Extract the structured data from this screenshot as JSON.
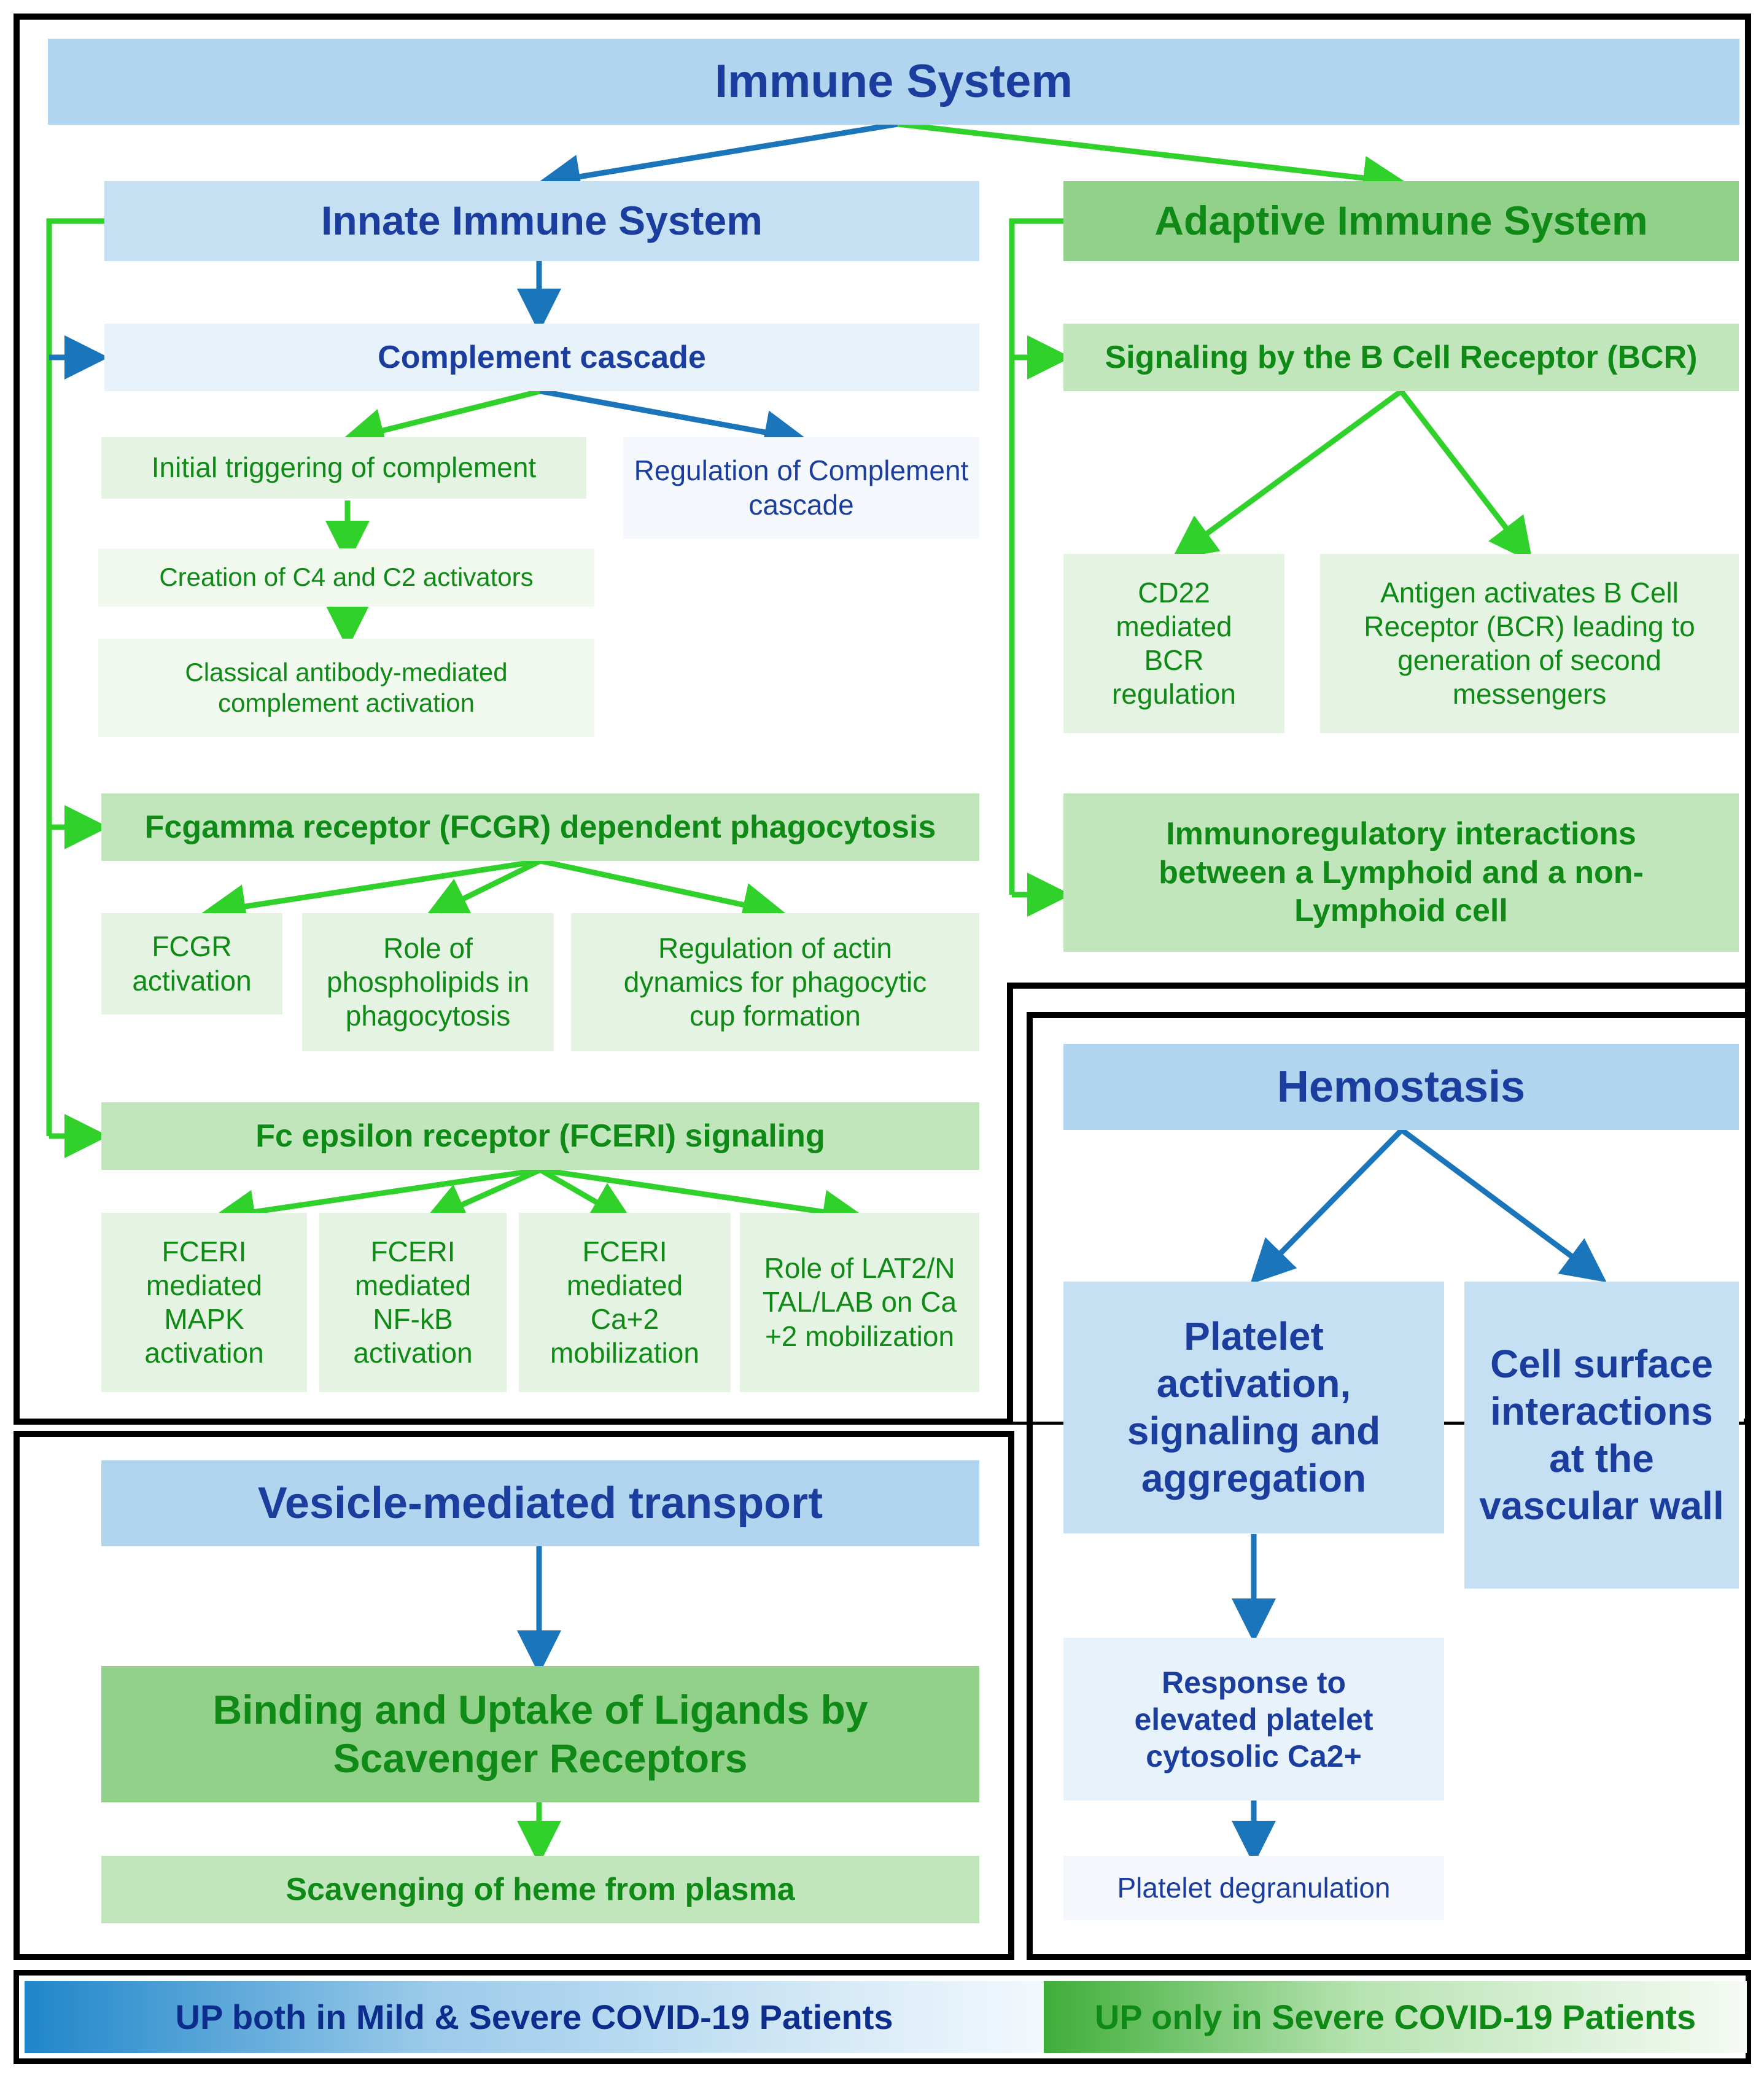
{
  "immune": {
    "title": "Immune System",
    "innate": {
      "title": "Innate Immune System",
      "complement": {
        "title": "Complement cascade",
        "initial": "Initial triggering of complement",
        "regulation": "Regulation of Complement cascade",
        "c4c2": "Creation of C4 and C2 activators",
        "classical": "Classical antibody-mediated complement activation"
      },
      "fcgr": {
        "title": "Fcgamma receptor (FCGR) dependent phagocytosis",
        "activation": "FCGR activation",
        "phospholipids": "Role of phospholipids in phagocytosis",
        "actin": "Regulation of actin dynamics for phagocytic cup formation"
      },
      "fceri": {
        "title": "Fc epsilon receptor (FCERI)  signaling",
        "mapk": "FCERI mediated MAPK activation",
        "nfkb": "FCERI mediated NF-kB activation",
        "ca": "FCERI mediated Ca+2 mobilization",
        "lat2": "Role of LAT2/NTAL/LAB on Ca+2 mobilization"
      }
    },
    "adaptive": {
      "title": "Adaptive Immune System",
      "bcr": {
        "title": "Signaling by the B Cell Receptor (BCR)",
        "cd22": "CD22 mediated BCR regulation",
        "antigen": "Antigen activates B Cell Receptor (BCR) leading to generation of second messengers"
      },
      "immunoreg": "Immunoregulatory interactions between a Lymphoid and a non-Lymphoid cell"
    }
  },
  "hemostasis": {
    "title": "Hemostasis",
    "platelet": "Platelet activation, signaling and aggregation",
    "cell_surface": "Cell surface interactions at the vascular wall",
    "response": "Response to elevated platelet cytosolic Ca2+",
    "degranulation": "Platelet degranulation"
  },
  "vesicle": {
    "title": "Vesicle-mediated transport",
    "binding": "Binding and Uptake of Ligands by Scavenger Receptors",
    "heme": "Scavenging of heme from plasma"
  },
  "legend": {
    "both": "UP both in Mild & Severe COVID-19 Patients",
    "severe": "UP only in Severe COVID-19 Patients"
  },
  "colors": {
    "blue_arrow": "#1b75bb",
    "green_arrow": "#2fd12a",
    "blue_text": "#1b3e9e",
    "green_text": "#0f8a16"
  }
}
